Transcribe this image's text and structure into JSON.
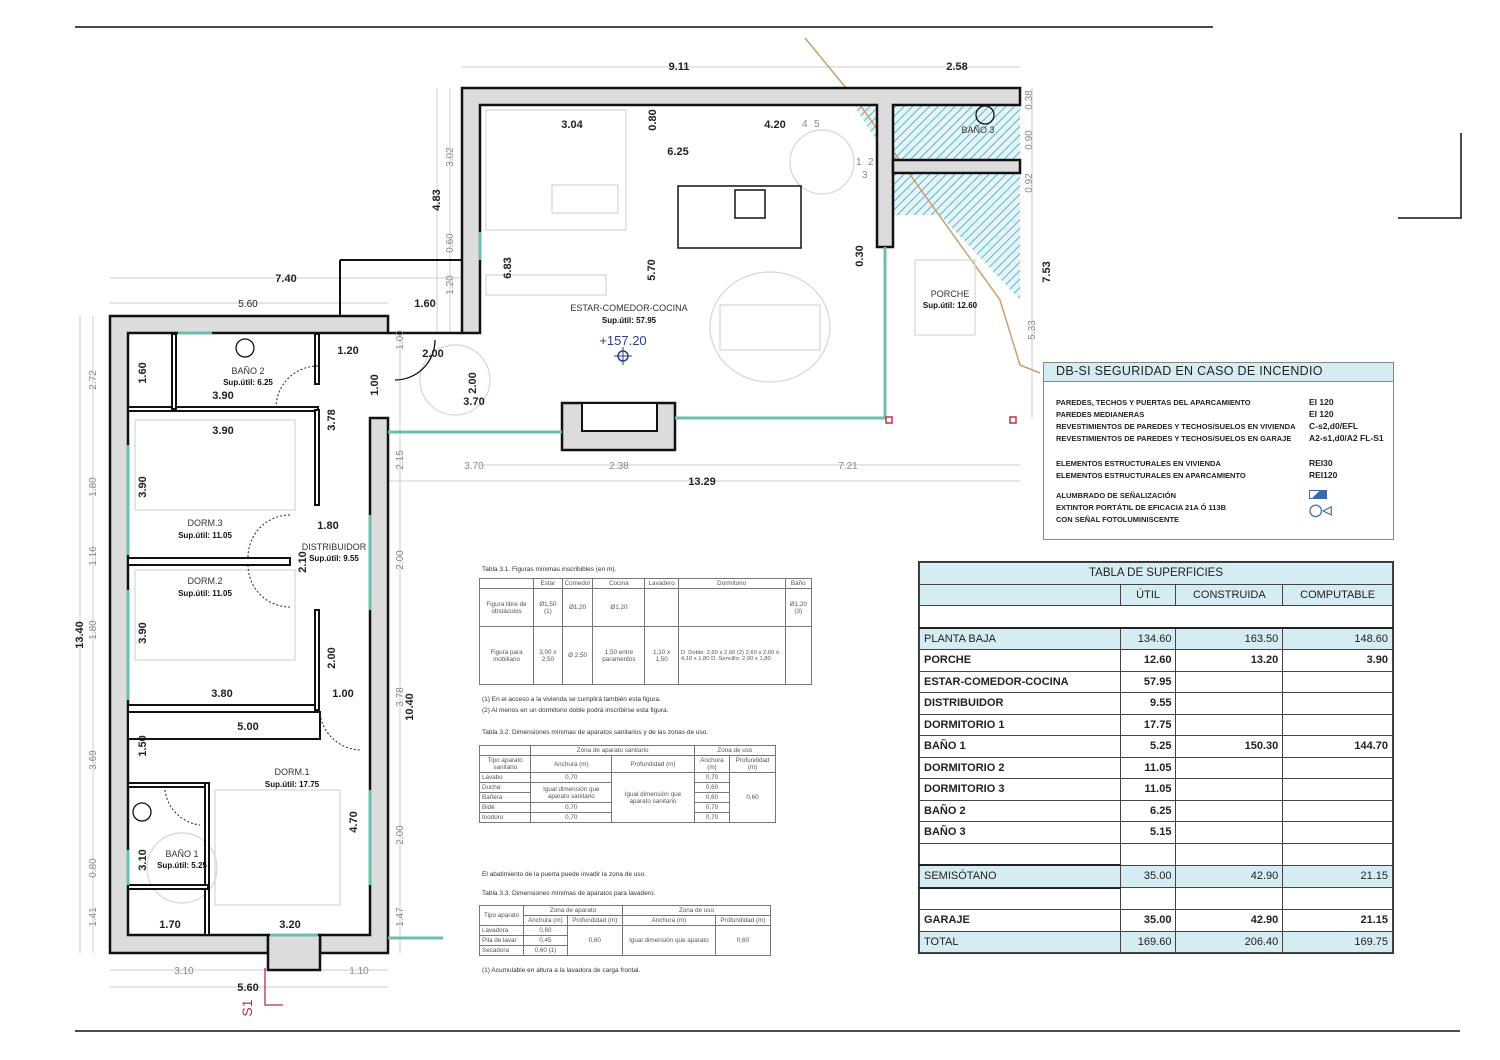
{
  "plan": {
    "dims": [
      "9.11",
      "2.58",
      "0.38",
      "0.90",
      "0.92",
      "7.53",
      "5.33",
      "3.04",
      "0.80",
      "4.20",
      "6.25",
      "3.02",
      "4.83",
      "0.60",
      "6.83",
      "5.70",
      "0.30",
      "7.40",
      "5.60",
      "1.60",
      "1.20",
      "1.20",
      "1.60",
      "3.90",
      "1.00",
      "1.00",
      "2.00",
      "2.00",
      "3.70",
      "2.72",
      "3.78",
      "3.90",
      "2.15",
      "3.70",
      "2.38",
      "7.21",
      "13.29",
      "1.80",
      "3.90",
      "1.80",
      "2.10",
      "1.16",
      "2.00",
      "13.40",
      "1.80",
      "3.90",
      "2.00",
      "3.80",
      "1.00",
      "3.78",
      "10.40",
      "5.00",
      "1.50",
      "3.69",
      "4.70",
      "2.00",
      "3.10",
      "0.80",
      "1.41",
      "1.70",
      "3.20",
      "1.47",
      "3.10",
      "1.10",
      "5.60"
    ],
    "rooms": [
      {
        "name": "BAÑO 2",
        "sup": "Sup.útil: 6.25"
      },
      {
        "name": "DORM.3",
        "sup": "Sup.útil: 11.05"
      },
      {
        "name": "DISTRIBUIDOR",
        "sup": "Sup.útil: 9.55"
      },
      {
        "name": "DORM.2",
        "sup": "Sup.útil: 11.05"
      },
      {
        "name": "DORM.1",
        "sup": "Sup.útil: 17.75"
      },
      {
        "name": "BAÑO 1",
        "sup": "Sup.útil: 5.25"
      },
      {
        "name": "ESTAR-COMEDOR-COCINA",
        "sup": "Sup.útil: 57.95"
      },
      {
        "name": "PORCHE",
        "sup": "Sup.útil: 12.60"
      },
      {
        "name": "BAÑO 3",
        "sup": ""
      }
    ],
    "appliances": [
      "1",
      "2",
      "3",
      "4",
      "5"
    ],
    "elevation": "+157.20",
    "section_mark": "S1",
    "colors": {
      "glazing": "#6dbfad",
      "hatch": "#5ab4cc",
      "header_fill": "#d4ecf2",
      "section": "#b03050",
      "terrain": "#c8a070"
    }
  },
  "dbsi": {
    "title": "DB-SI   SEGURIDAD EN CASO DE INCENDIO",
    "rows": [
      {
        "label": "Paredes, techos y puertas del aparcamiento",
        "value": "EI 120"
      },
      {
        "label": "Paredes medianeras",
        "value": "EI 120"
      },
      {
        "label": "Revestimientos de paredes y techos/suelos en vivienda",
        "value": "C-s2,d0/EFL"
      },
      {
        "label": "Revestimientos de paredes y techos/suelos en garaje",
        "value": "A2-s1,d0/A2 FL-S1"
      },
      {
        "label": "Elementos estructurales en vivienda",
        "value": "REI30"
      },
      {
        "label": "Elementos estructurales en aparcamiento",
        "value": "REI120"
      },
      {
        "label": "Alumbrado de señalización",
        "icon": "emergency-light-icon"
      },
      {
        "label": "Extintor portátil de eficacia 21A ó 113B",
        "icon": "extinguisher-icon"
      },
      {
        "label": "con señal fotoluminiscente"
      }
    ]
  },
  "tabla31": {
    "caption": "Tabla 3.1. Figuras mínimas inscribibles (en m).",
    "headers": [
      "",
      "Estar",
      "Comedor",
      "Cocina",
      "Lavadero",
      "Dormitorio",
      "Baño"
    ],
    "rows": [
      [
        "Figura libre de obstáculos",
        "Ø1,50 (1)",
        "Ø1,20",
        "Ø1,20",
        "",
        "",
        "Ø1,20 (3)"
      ],
      [
        "Figura para mobiliario",
        "3,00 x 2,50",
        "Ø 2,50",
        "1,50 entre paramentos",
        "1,10 x 1,50",
        "D. Doble: 2,60 x 2,60 (2) 2,60 x 2,60 ó 4,10 x 1,80 D. Sencillo: 2,00 x 1,80",
        ""
      ]
    ],
    "notes": [
      "(1) En el acceso a la vivienda se cumplirá también esta figura.",
      "(2) Al menos en un dormitorio doble podrá inscribirse esta figura."
    ]
  },
  "tabla32": {
    "caption": "Tabla 3.2. Dimensiones mínimas de aparatos sanitarios y de las zonas de uso.",
    "group_headers": [
      "Zona de aparato sanitario",
      "Zona de uso"
    ],
    "headers": [
      "Tipo aparato sanitario",
      "Anchura (m)",
      "Profundidad (m)",
      "Anchura (m)",
      "Profundidad (m)"
    ],
    "rows": [
      [
        "Lavabo",
        "0,70",
        "0,70"
      ],
      [
        "Ducha",
        "",
        "0,60"
      ],
      [
        "Bañera",
        "",
        "0,60"
      ],
      [
        "Bidé",
        "0,70",
        "0,70"
      ],
      [
        "Inodoro",
        "0,70",
        "0,70"
      ]
    ],
    "merged_width": "Igual dimensión que aparato sanitario",
    "merged_depth": "Igual dimensión que aparato sanitario",
    "merged_use_depth": "0,60",
    "note": "El abatimiento de la puerta puede invadir la zona de uso."
  },
  "tabla33": {
    "caption": "Tabla 3.3. Dimensiones mínimas de aparatos para lavadero.",
    "group_headers": [
      "Zona de aparato",
      "Zona de uso"
    ],
    "headers": [
      "Tipo aparato",
      "Anchura (m)",
      "Profundidad (m)",
      "Anchura (m)",
      "Profundidad (m)"
    ],
    "rows": [
      [
        "Lavadora",
        "0,60"
      ],
      [
        "Pila de lavar",
        "0,45"
      ],
      [
        "Secadora",
        "0,60 (1)"
      ]
    ],
    "merged_depth": "0,60",
    "merged_use_width": "Igual dimensión que aparato",
    "merged_use_depth": "0,60",
    "note": "(1) Acumulable en altura a la lavadora de carga frontal."
  },
  "superficies": {
    "title": "TABLA DE SUPERFICIES",
    "headers": [
      "",
      "ÚTIL",
      "CONSTRUIDA",
      "COMPUTABLE"
    ],
    "planta_baja": [
      "PLANTA  BAJA",
      "134.60",
      "163.50",
      "148.60"
    ],
    "rows": [
      [
        "PORCHE",
        "12.60",
        "13.20",
        "3.90"
      ],
      [
        "ESTAR-COMEDOR-COCINA",
        "57.95",
        "",
        ""
      ],
      [
        "DISTRIBUIDOR",
        "9.55",
        "",
        ""
      ],
      [
        "DORMITORIO 1",
        "17.75",
        "",
        ""
      ],
      [
        "BAÑO 1",
        "5.25",
        "150.30",
        "144.70"
      ],
      [
        "DORMITORIO 2",
        "11.05",
        "",
        ""
      ],
      [
        "DORMITORIO 3",
        "11.05",
        "",
        ""
      ],
      [
        "BAÑO 2",
        "6.25",
        "",
        ""
      ],
      [
        "BAÑO 3",
        "5.15",
        "",
        ""
      ]
    ],
    "semisotano": [
      "SEMISÓTANO",
      "35.00",
      "42.90",
      "21.15"
    ],
    "garaje": [
      "GARAJE",
      "35.00",
      "42.90",
      "21.15"
    ],
    "total": [
      "TOTAL",
      "169.60",
      "206.40",
      "169.75"
    ]
  }
}
